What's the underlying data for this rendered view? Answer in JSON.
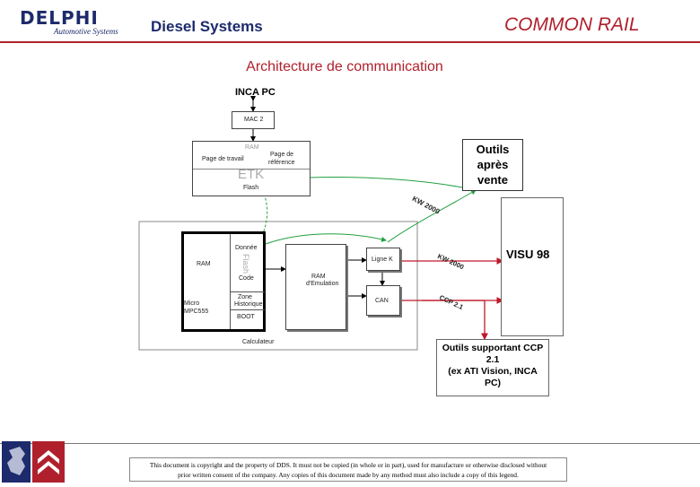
{
  "header": {
    "logo": "DELPHI",
    "logo_sub": "Automotive Systems",
    "title": "Diesel Systems",
    "right_title": "COMMON RAIL",
    "accent_color": "#b0202c",
    "brand_color": "#1d2a6b"
  },
  "page_title": "Architecture de communication",
  "diagram": {
    "inca_pc": "INCA PC",
    "mac2": "MAC 2",
    "ram_top": "RAM",
    "page_travail": "Page de travail",
    "page_ref_1": "Page de",
    "page_ref_2": "référence",
    "etk": "ETK",
    "flash_top": "Flash",
    "outils_1": "Outils",
    "outils_2": "après",
    "outils_3": "vente",
    "kw2000_a": "KW 2000",
    "visu98": "VISU 98",
    "donnee": "Donnée",
    "flash_side": "Flash",
    "code": "Code",
    "ram_left": "RAM",
    "zone_1": "Zone",
    "zone_2": "Historique",
    "boot": "BOOT",
    "micro_1": "Micro",
    "micro_2": "MPC555",
    "ram_emul_1": "RAM",
    "ram_emul_2": "d'Emulation",
    "ligne_k": "Ligne K",
    "can": "CAN",
    "kw2000_b": "KW 2000",
    "ccp21": "CCP 2.1",
    "calculateur": "Calculateur",
    "ccp_tools_1": "Outils supportant CCP",
    "ccp_tools_2": "2.1",
    "ccp_tools_3": "(ex ATI Vision, INCA",
    "ccp_tools_4": "PC)"
  },
  "footer": {
    "line1": "This document is copyright and the property of DDS. It must not be copied (in whole or in part), used for manufacture or otherwise disclosed without",
    "line2": "prior written consent of the company. Any copies of this document made by any method must also include a copy of this legend."
  }
}
